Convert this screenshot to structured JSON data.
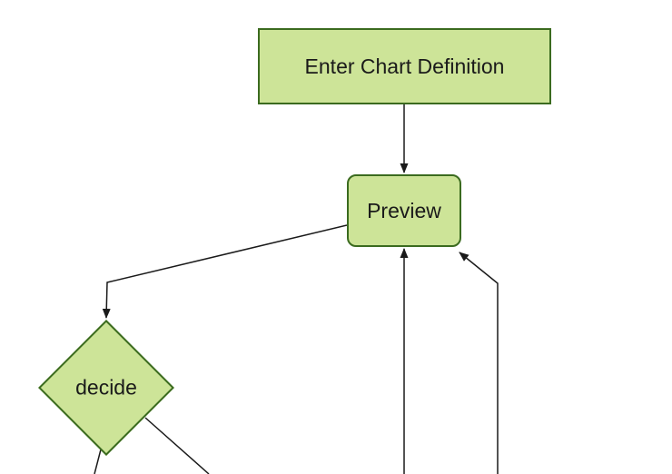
{
  "theme": {
    "background": "#ffffff",
    "node_fill": "#cde498",
    "node_border": "#3b6b1f",
    "edge_color": "#1a1a1a",
    "label_color": "#1a1a1a"
  },
  "diagram": {
    "type": "flowchart",
    "direction": "top-down",
    "nodes": [
      {
        "id": "A",
        "label": "Enter Chart Definition",
        "shape": "rectangle"
      },
      {
        "id": "B",
        "label": "Preview",
        "shape": "rounded-rectangle"
      },
      {
        "id": "C",
        "label": "decide",
        "shape": "diamond"
      }
    ],
    "edges": [
      {
        "from": "A",
        "to": "B",
        "arrowhead": true
      },
      {
        "from": "B",
        "to": "C",
        "arrowhead": true
      },
      {
        "from": "off-screen-bottom",
        "to": "B",
        "arrowhead": true
      },
      {
        "from": "off-screen-bottom-right",
        "to": "B",
        "arrowhead": true
      },
      {
        "from": "C",
        "to": "off-screen-bottom-left",
        "arrowhead": false
      },
      {
        "from": "C",
        "to": "off-screen-bottom-right",
        "arrowhead": false
      }
    ]
  }
}
